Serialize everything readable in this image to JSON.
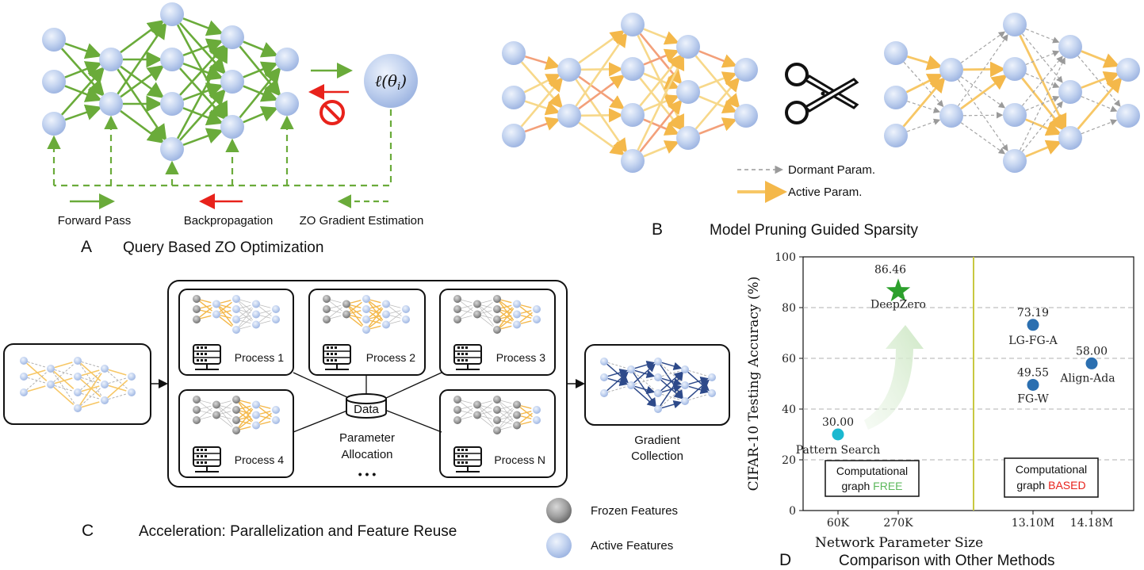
{
  "panel_a": {
    "letter": "A",
    "caption": "Query Based ZO Optimization",
    "loss_label": "ℓ(θ_i)",
    "legend_forward": "Forward Pass",
    "legend_backprop": "Backpropagation",
    "legend_zo": "ZO Gradient Estimation",
    "colors": {
      "network": "#6aab3a",
      "backprop": "#e8221b"
    }
  },
  "panel_b": {
    "letter": "B",
    "caption": "Model Pruning Guided Sparsity",
    "legend_dormant": "Dormant Param.",
    "legend_active": "Active Param.",
    "colors": {
      "active": "#f7c766",
      "dormant": "#999999"
    }
  },
  "panel_c": {
    "letter": "C",
    "caption": "Acceleration: Parallelization and Feature Reuse",
    "processes": [
      "Process 1",
      "Process 2",
      "Process 3",
      "Process 4",
      "Process N"
    ],
    "data_label": "Data",
    "allocation_line1": "Parameter",
    "allocation_line2": "Allocation",
    "ellipsis": "• • •",
    "gradient_line1": "Gradient",
    "gradient_line2": "Collection",
    "legend_frozen": "Frozen Features",
    "legend_active": "Active Features"
  },
  "panel_d": {
    "letter": "D",
    "caption": "Comparison with Other Methods",
    "box_free_line1": "Computational",
    "box_free_line2_prefix": "graph ",
    "box_free_highlight": "FREE",
    "box_based_line1": "Computational",
    "box_based_line2_prefix": "graph ",
    "box_based_highlight": "BASED",
    "colors": {
      "free": "#5cb85c",
      "based": "#e8221b",
      "deepzero": "#2ca02c",
      "others": "#2b6fb0",
      "pattern": "#1ab8d0",
      "divider": "#c8c840"
    }
  },
  "chart_data": {
    "type": "scatter",
    "xlabel": "Network Parameter Size",
    "ylabel": "CIFAR-10 Testing Accuracy (%)",
    "ylim": [
      0,
      100
    ],
    "yticks": [
      "0",
      "20",
      "40",
      "60",
      "80",
      "100"
    ],
    "xticks": [
      "60K",
      "270K",
      "13.10M",
      "14.18M"
    ],
    "grid": true,
    "points": [
      {
        "name": "Pattern Search",
        "x": "60K",
        "y": 30.0,
        "label": "30.00",
        "marker": "circle"
      },
      {
        "name": "DeepZero",
        "x": "270K",
        "y": 86.46,
        "label": "86.46",
        "marker": "star"
      },
      {
        "name": "FG-W",
        "x": "13.10M",
        "y": 49.55,
        "label": "49.55",
        "marker": "circle"
      },
      {
        "name": "LG-FG-A",
        "x": "13.10M",
        "y": 73.19,
        "label": "73.19",
        "marker": "circle"
      },
      {
        "name": "Align-Ada",
        "x": "14.18M",
        "y": 58.0,
        "label": "58.00",
        "marker": "circle"
      }
    ]
  }
}
